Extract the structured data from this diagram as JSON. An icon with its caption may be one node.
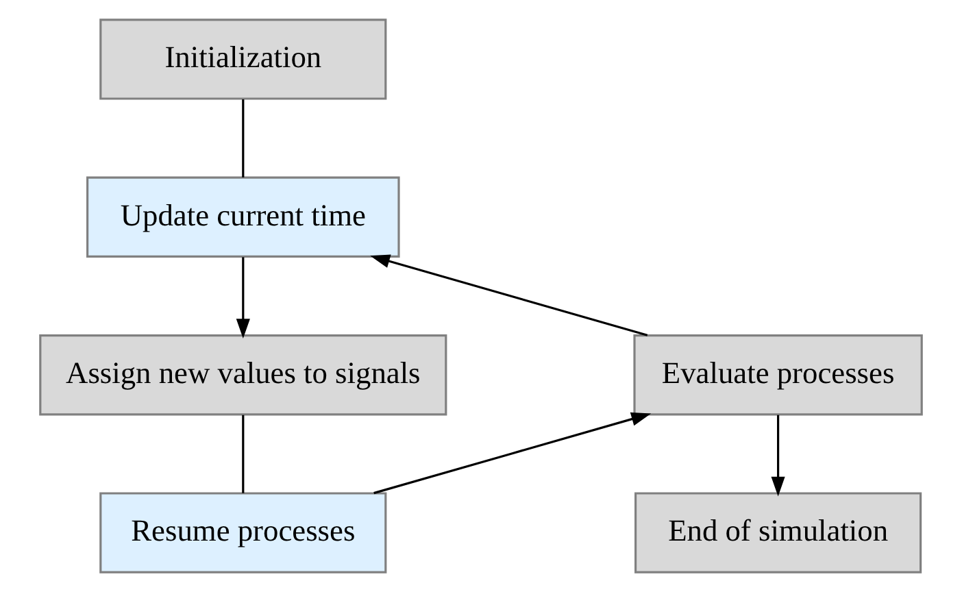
{
  "diagram": {
    "nodes": [
      {
        "text": [
          "Initialization"
        ]
      },
      {
        "text": [
          "Update current time"
        ]
      },
      {
        "text": [
          "Assign new values to signals"
        ]
      },
      {
        "text": [
          "Resume processes"
        ]
      },
      {
        "text": [
          "Evaluate processes"
        ]
      },
      {
        "text": [
          "End of simulation"
        ]
      }
    ],
    "edges": [
      {
        "from": 0,
        "to": 1,
        "arrow": "none"
      },
      {
        "from": 1,
        "to": 2,
        "arrow": "to"
      },
      {
        "from": 2,
        "to": 3,
        "arrow": "none"
      },
      {
        "from": 3,
        "to": 4,
        "arrow": "to"
      },
      {
        "from": 4,
        "to": 1,
        "arrow": "to"
      },
      {
        "from": 4,
        "to": 5,
        "arrow": "to"
      }
    ]
  }
}
